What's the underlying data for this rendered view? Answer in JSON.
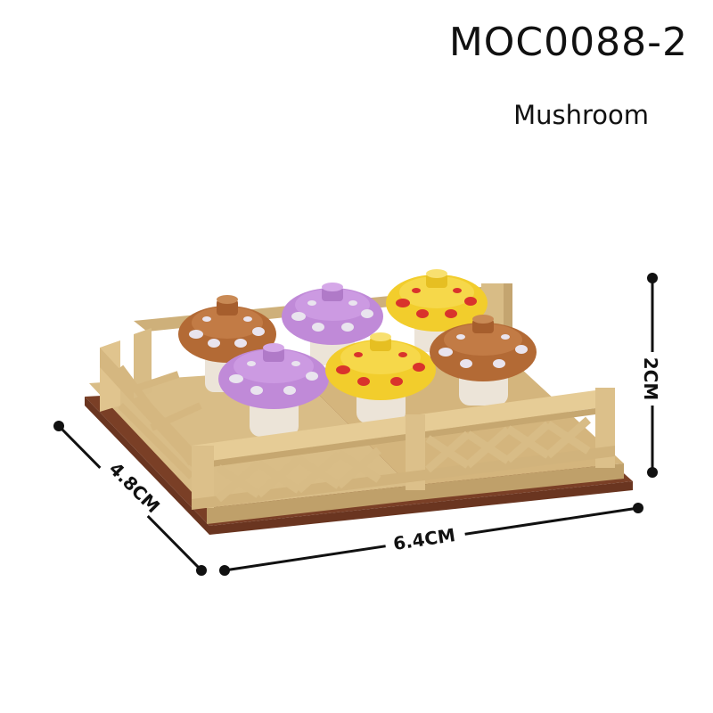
{
  "product": {
    "code": "MOC0088-2",
    "name": "Mushroom"
  },
  "dimensions": {
    "width": "6.4CM",
    "depth": "4.8CM",
    "height": "2CM"
  },
  "colors": {
    "baseplate": "#8a4b2e",
    "fence": "#dcc08a",
    "mushroom_brown": "#b36a35",
    "mushroom_lavender": "#c08ad8",
    "mushroom_yellow": "#f2cd2c",
    "spots_red": "#d9332c",
    "spots_white": "#e9e4ee",
    "stem": "#ece4d8"
  }
}
